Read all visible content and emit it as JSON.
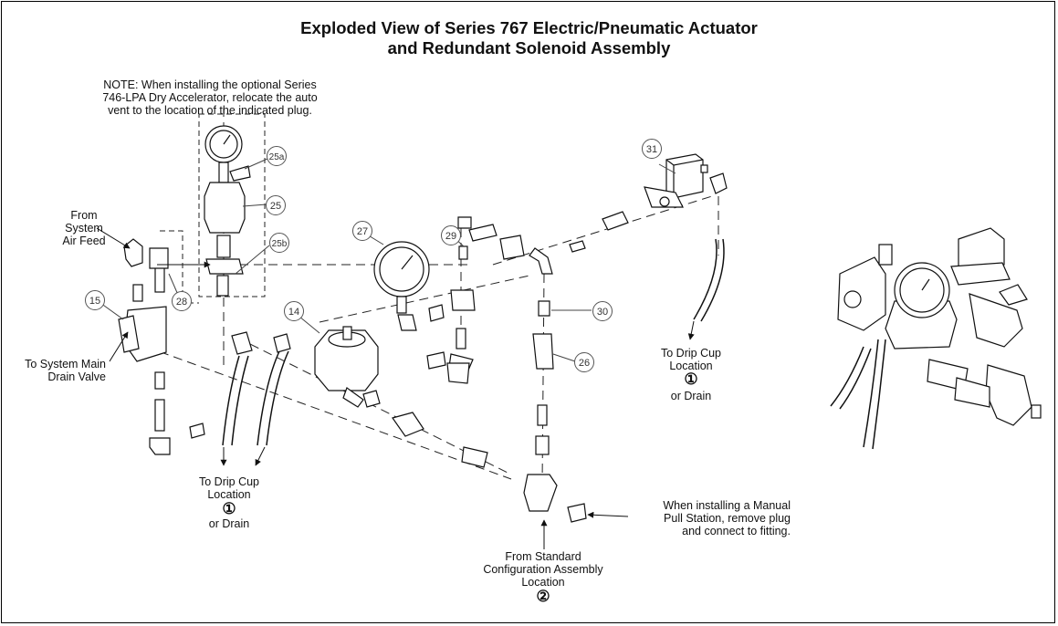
{
  "title": {
    "line1": "Exploded View of Series 767 Electric/Pneumatic Actuator",
    "line2": "and Redundant Solenoid Assembly"
  },
  "note": {
    "line1": "NOTE: When installing the optional Series",
    "line2": "746-LPA Dry Accelerator, relocate the auto",
    "line3": "vent to the location of the indicated plug."
  },
  "labels": {
    "from_system": [
      "From",
      "System",
      "Air Feed"
    ],
    "to_main_drain": [
      "To System Main",
      "Drain Valve"
    ],
    "drip_left": [
      "To Drip Cup",
      "Location",
      "or Drain"
    ],
    "drip_right": [
      "To Drip Cup",
      "Location",
      "or Drain"
    ],
    "manual_pull": [
      "When installing a Manual",
      "Pull Station, remove plug",
      "and connect to fitting."
    ],
    "from_standard": [
      "From Standard",
      "Configuration Assembly",
      "Location"
    ]
  },
  "symbols": {
    "one": "①",
    "two": "②"
  },
  "callouts": [
    "14",
    "15",
    "25",
    "25a",
    "25b",
    "26",
    "27",
    "28",
    "29",
    "30",
    "31"
  ]
}
